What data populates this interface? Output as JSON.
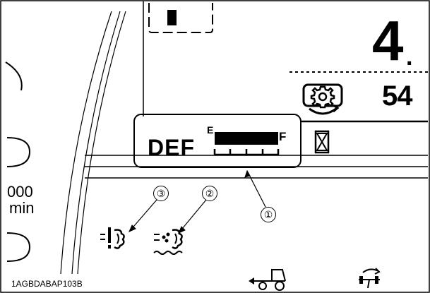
{
  "dashboard": {
    "main_digit": "4",
    "main_dot": ".",
    "pto_value": "54",
    "tach_line1": "000",
    "tach_line2": "min"
  },
  "def_gauge": {
    "label": "DEF",
    "empty_mark": "E",
    "full_mark": "F"
  },
  "callouts": [
    "①",
    "②",
    "③"
  ],
  "part_number": "1AGBDABAP103B",
  "icons": [
    "pto-gear-icon",
    "hourglass-icon",
    "exhaust-filter-warning-icon",
    "exhaust-filter-regeneration-icon",
    "tractor-icon",
    "four-wheel-drive-icon"
  ]
}
